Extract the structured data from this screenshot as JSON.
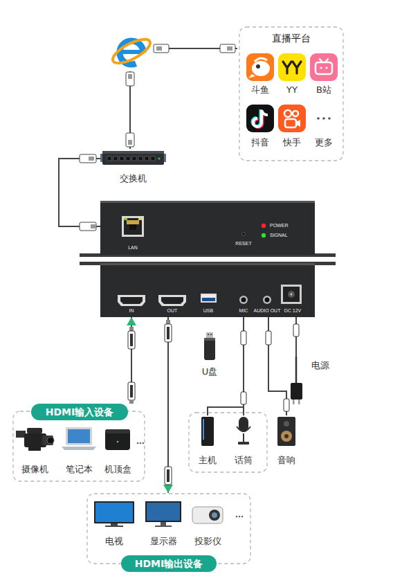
{
  "diagram": {
    "nodes": [
      {
        "text": [
          "直播平台"
        ]
      },
      {
        "text": [
          "斗鱼"
        ],
        "in": 0
      },
      {
        "text": [
          "YY"
        ],
        "in": 0
      },
      {
        "text": [
          "B站"
        ],
        "in": 0
      },
      {
        "text": [
          "抖音"
        ],
        "in": 0
      },
      {
        "text": [
          "快手"
        ],
        "in": 0
      },
      {
        "text": [
          "更多"
        ],
        "in": 0
      },
      {
        "text": [
          "交换机"
        ]
      },
      {
        "text": [
          "LAN",
          "RESET",
          "POWER",
          "SIGNAL"
        ]
      },
      {
        "text": [
          "IN",
          "OUT",
          "USB",
          "MIC",
          "AUDIO OUT",
          "DC 12V"
        ]
      },
      {
        "text": [
          "U盘"
        ]
      },
      {
        "text": [
          "电源"
        ]
      },
      {
        "text": [
          "HDMI输入设备"
        ]
      },
      {
        "text": [
          "摄像机"
        ],
        "in": 12
      },
      {
        "text": [
          "笔记本"
        ],
        "in": 12
      },
      {
        "text": [
          "机顶盒"
        ],
        "in": 12
      },
      {
        "text": [
          "主机"
        ]
      },
      {
        "text": [
          "话筒"
        ]
      },
      {
        "text": [
          "音响"
        ]
      },
      {
        "text": [
          "HDMI输出设备"
        ]
      },
      {
        "text": [
          "电视"
        ],
        "in": 19
      },
      {
        "text": [
          "显示器"
        ],
        "in": 19
      },
      {
        "text": [
          "投影仪"
        ],
        "in": 19
      }
    ],
    "edges": [
      {
        "from": 7,
        "to": 8,
        "arrow": "none"
      },
      {
        "from": 12,
        "to": 9,
        "arrow": "to"
      },
      {
        "from": 9,
        "to": 19,
        "arrow": "to"
      },
      {
        "from": 9,
        "to": 16,
        "arrow": "none"
      },
      {
        "from": 9,
        "to": 17,
        "arrow": "none"
      },
      {
        "from": 9,
        "to": 18,
        "arrow": "none"
      },
      {
        "from": 11,
        "to": 9,
        "arrow": "none"
      }
    ]
  }
}
